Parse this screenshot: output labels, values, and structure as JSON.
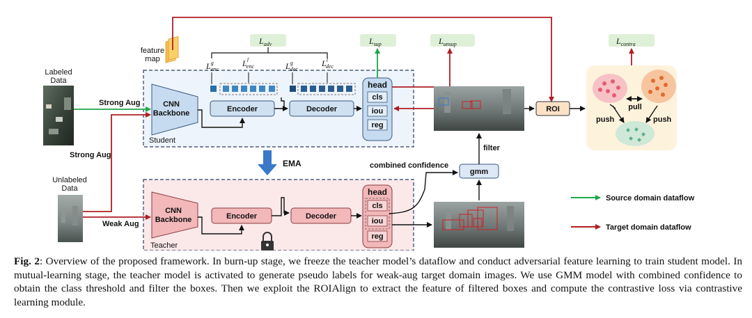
{
  "labels": {
    "labeled_data_1": "Labeled",
    "labeled_data_2": "Data",
    "unlabeled_data_1": "Unlabeled",
    "unlabeled_data_2": "Data",
    "strong_aug_top": "Strong Aug",
    "strong_aug_mid": "Strong Aug",
    "weak_aug": "Weak Aug",
    "feature_map_1": "feature",
    "feature_map_2": "map",
    "student": "Student",
    "teacher": "Teacher",
    "cnn_1": "CNN",
    "cnn_2": "Backbone",
    "encoder": "Encoder",
    "decoder": "Decoder",
    "head": "head",
    "cls": "cls",
    "iou": "iou",
    "reg": "reg",
    "ema": "EMA",
    "combined_confidence": "combined confidence",
    "gmm": "gmm",
    "filter": "filter",
    "roi": "ROI",
    "pull": "pull",
    "push_left": "push",
    "push_right": "push"
  },
  "losses": {
    "adv": {
      "base": "L",
      "sub": "adv"
    },
    "sup": {
      "base": "L",
      "sub": "sup"
    },
    "unsup": {
      "base": "L",
      "sub": "unsup"
    },
    "contra": {
      "base": "L",
      "sub": "contra"
    },
    "enc_g": {
      "base": "L",
      "sup": "g",
      "sub": "enc"
    },
    "enc_l": {
      "base": "L",
      "sup": "l",
      "sub": "enc"
    },
    "dec_g": {
      "base": "L",
      "sup": "g",
      "sub": "dec"
    },
    "dec_l": {
      "base": "L",
      "sup": "l",
      "sub": "dec"
    }
  },
  "legend": [
    {
      "label": "Source domain dataflow",
      "color": "#1fa64a"
    },
    {
      "label": "Target domain dataflow",
      "color": "#b01e23"
    }
  ],
  "colors": {
    "target_flow": "#b01e23",
    "source_flow": "#1fa64a",
    "student_bg": "#eef4fb",
    "teacher_bg": "#fbe9ea",
    "loss_box": "#dff0d8",
    "ema_arrow": "#3a78c9"
  },
  "caption": {
    "fig_label": "Fig. 2",
    "text": ": Overview of the proposed framework. In burn-up stage, we freeze the teacher model’s dataflow and conduct adversarial feature learning to train student model. In mutual-learning stage, the teacher model is activated to generate pseudo labels for weak-aug target domain images. We use GMM model with combined confidence to obtain the class threshold and filter the boxes. Then we exploit the ROIAlign to extract the feature of filtered boxes and compute the contrastive loss via contrastive learning module."
  }
}
